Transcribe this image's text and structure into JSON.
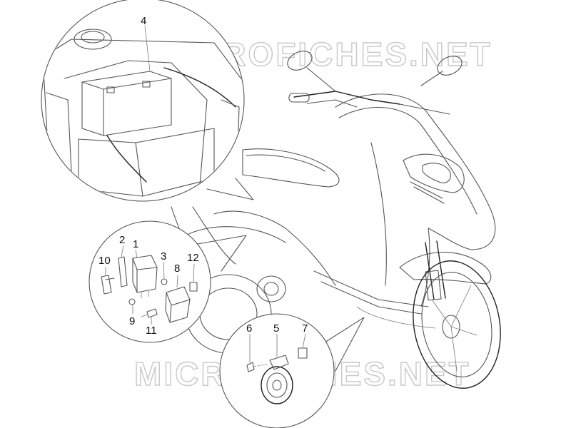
{
  "watermark": {
    "top": "MICROFICHES.NET",
    "bottom": "MICROFICHES.NET"
  },
  "callouts": [
    "1",
    "2",
    "3",
    "4",
    "5",
    "6",
    "7",
    "8",
    "9",
    "10",
    "11",
    "12"
  ],
  "colors": {
    "line": "#555555",
    "dark_line": "#222222",
    "watermark": "#c8c8c8",
    "background": "#ffffff"
  }
}
